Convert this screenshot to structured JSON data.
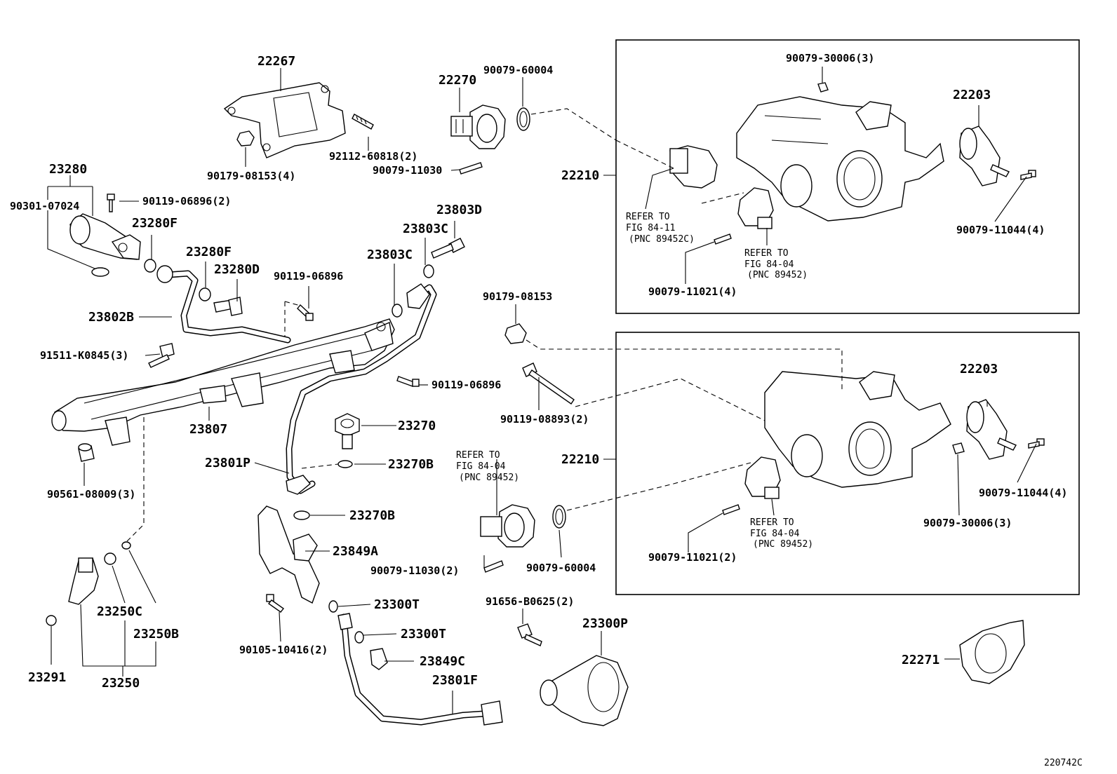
{
  "diagram": {
    "catalog_code": "220742C",
    "labels": {
      "p22267": "22267",
      "p22270": "22270",
      "p90079_60004_top": "90079-60004",
      "p92112": "92112-60818(2)",
      "p90179_4": "90179-08153(4)",
      "p90079_11030_top": "90079-11030",
      "p23280": "23280",
      "p90301": "90301-07024",
      "p90119_2": "90119-06896(2)",
      "p23280F_a": "23280F",
      "p23280F_b": "23280F",
      "p23280D": "23280D",
      "p23803D": "23803D",
      "p23803C_a": "23803C",
      "p23803C_b": "23803C",
      "p90119_a": "90119-06896",
      "p23802B": "23802B",
      "p91511": "91511-K0845(3)",
      "p90119_b": "90119-06896",
      "p23807": "23807",
      "p23270": "23270",
      "p23270B_a": "23270B",
      "p23801P": "23801P",
      "p90561": "90561-08009(3)",
      "p23270B_b": "23270B",
      "p23849A": "23849A",
      "p90079_11030_2": "90079-11030(2)",
      "p90079_60004_b": "90079-60004",
      "p23300T_a": "23300T",
      "p23300T_b": "23300T",
      "p23849C": "23849C",
      "p23801F": "23801F",
      "p91656": "91656-B0625(2)",
      "p23300P": "23300P",
      "p90105": "90105-10416(2)",
      "p23250C": "23250C",
      "p23250B": "23250B",
      "p23250": "23250",
      "p23291": "23291",
      "p90179_b": "90179-08153",
      "p90119_08893": "90119-08893(2)",
      "p22210_a": "22210",
      "p22210_b": "22210",
      "p90079_30006_a": "90079-30006(3)",
      "p90079_30006_b": "90079-30006(3)",
      "p22203_a": "22203",
      "p22203_b": "22203",
      "p90079_11044_a": "90079-11044(4)",
      "p90079_11044_b": "90079-11044(4)",
      "p90079_11021_4": "90079-11021(4)",
      "p90079_11021_2": "90079-11021(2)",
      "p22271": "22271"
    },
    "refs": {
      "r1": [
        "REFER TO",
        "FIG 84-11",
        "(PNC 89452C)"
      ],
      "r2": [
        "REFER TO",
        "FIG 84-04",
        "(PNC 89452)"
      ],
      "r3": [
        "REFER TO",
        "FIG 84-04",
        "(PNC 89452)"
      ],
      "r4": [
        "REFER TO",
        "FIG 84-04",
        "(PNC 89452)"
      ]
    }
  }
}
